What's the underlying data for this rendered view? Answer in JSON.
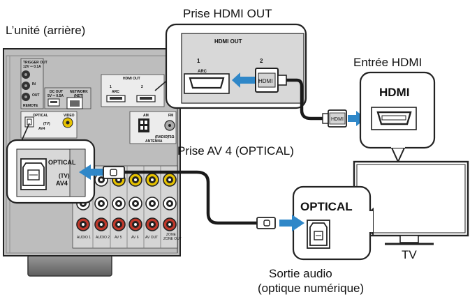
{
  "labels": {
    "hdmi_out_title": "Prise HDMI OUT",
    "unit_rear": "L’unité (arrière)",
    "hdmi_input": "Entrée HDMI",
    "av4_title": "Prise AV 4 (OPTICAL)",
    "tv": "TV",
    "audio_out_line1": "Sortie audio",
    "audio_out_line2": "(optique numérique)"
  },
  "hdmi_zoom": {
    "panel_title": "HDMI OUT",
    "port1_number": "1",
    "port1_sub": "ARC",
    "port2_number": "2",
    "plug_label": "HDMI"
  },
  "tv_box": {
    "port_title": "HDMI",
    "cable_label": "HDMI"
  },
  "optical_zoom": {
    "label": "OPTICAL",
    "tv_tag": "(TV)",
    "av_tag": "AV4"
  },
  "tv_optical": {
    "label": "OPTICAL"
  },
  "receiver_marks": {
    "trigger": "TRIGGER OUT",
    "trigger_spec": "12V ═ 0.1A",
    "ir_in": "IN",
    "ir_out": "OUT",
    "remote": "REMOTE",
    "dc_out": "DC OUT",
    "dc_spec": "5V ═ 0.5A",
    "network": "NETWORK",
    "net": "(NET)",
    "hdmi_out": "HDMI OUT",
    "port1": "1",
    "arc": "ARC",
    "port2": "2",
    "am": "AM",
    "fm": "FM",
    "radio": "(RADIO)",
    "ohm": "75Ω",
    "antenna": "ANTENNA",
    "optical": "OPTICAL",
    "video": "VIDEO",
    "tv": "(TV)",
    "av4": "AV4",
    "audio1": "AUDIO 1",
    "audio2": "AUDIO 2",
    "av5": "AV 5",
    "av6": "AV 6",
    "av_out": "AV OUT",
    "zone": "ZONE",
    "zone_out": "ZONE OUT"
  },
  "colors": {
    "panel_bg": "#bcbcbc",
    "arrow": "#2f87c8",
    "cable": "#1a1a1a",
    "rca_red": "#c0392b",
    "rca_yellow": "#e6c200"
  }
}
